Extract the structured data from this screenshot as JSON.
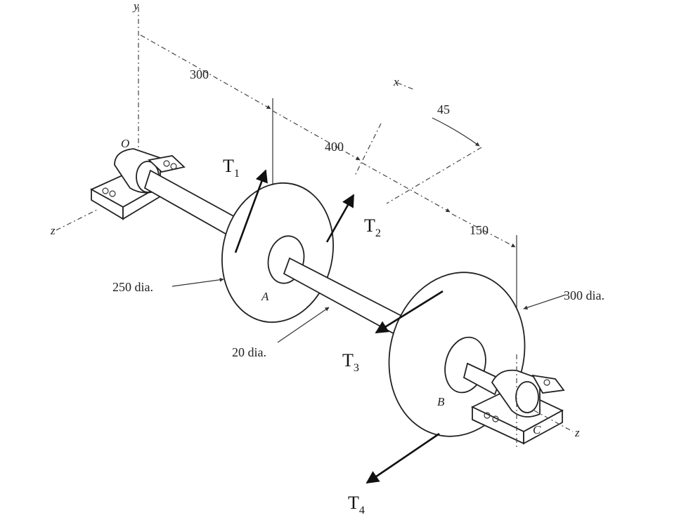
{
  "figure": {
    "dimensions": {
      "d_oa": "300",
      "d_ab": "400",
      "d_bc": "150",
      "angle": "45"
    },
    "diameters": {
      "pulley_a": "250 dia.",
      "pulley_b": "300 dia.",
      "shaft": "20 dia."
    },
    "points": {
      "o": "O",
      "a": "A",
      "b": "B",
      "c": "C"
    },
    "axes": {
      "y": "y",
      "z": "z",
      "x": "x",
      "z2": "z"
    },
    "forces": [
      {
        "letter": "T",
        "sub": "1"
      },
      {
        "letter": "T",
        "sub": "2"
      },
      {
        "letter": "T",
        "sub": "3"
      },
      {
        "letter": "T",
        "sub": "4"
      }
    ]
  }
}
